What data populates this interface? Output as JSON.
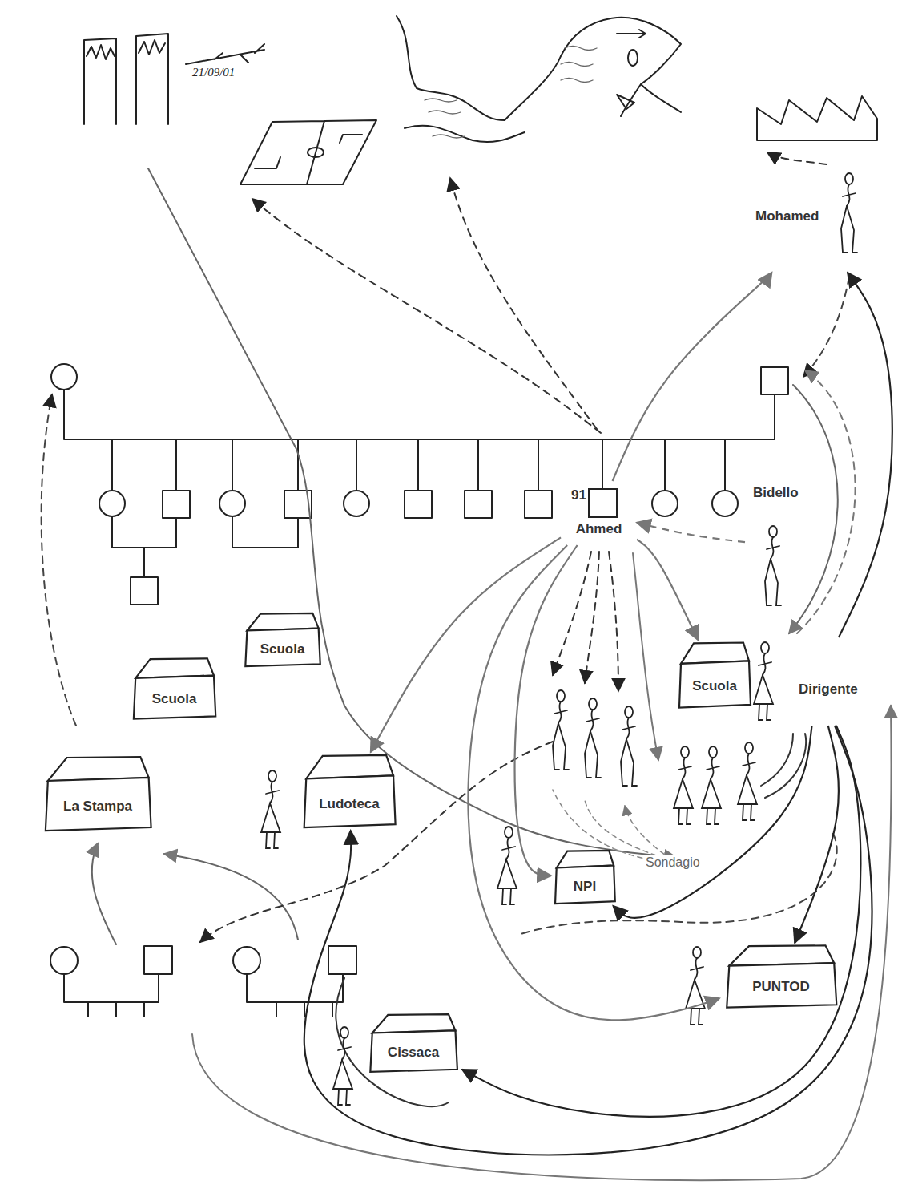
{
  "diagram": {
    "nodes": [
      {
        "text": [
          "Scuola"
        ]
      },
      {
        "text": [
          "Scuola"
        ]
      },
      {
        "text": [
          "Scuola"
        ]
      },
      {
        "text": [
          "La Stampa"
        ]
      },
      {
        "text": [
          "Ludoteca"
        ]
      },
      {
        "text": [
          "NPI"
        ]
      },
      {
        "text": [
          "PUNTOD"
        ]
      },
      {
        "text": [
          "Cissaca"
        ]
      },
      {
        "text": [
          "91",
          "Ahmed"
        ]
      },
      {
        "text": [
          "Mohamed"
        ]
      },
      {
        "text": [
          "Bidello"
        ]
      },
      {
        "text": [
          "Dirigente"
        ]
      }
    ],
    "edges": [
      {
        "from": 8,
        "to": 4,
        "arrow": "to"
      },
      {
        "from": 8,
        "to": 2,
        "arrow": "to"
      },
      {
        "from": 8,
        "to": 9,
        "arrow": "to"
      },
      {
        "from": 10,
        "to": 8,
        "arrow": "to"
      },
      {
        "from": 11,
        "to": 9,
        "arrow": "to"
      },
      {
        "from": 11,
        "to": 6,
        "arrow": "to"
      },
      {
        "from": 11,
        "to": 7,
        "arrow": "to"
      },
      {
        "from": 11,
        "to": 4,
        "arrow": "to"
      },
      {
        "from": 8,
        "to": 5,
        "arrow": "to"
      },
      {
        "from": 11,
        "to": 5,
        "arrow": "to"
      },
      {
        "from": 8,
        "to": 6,
        "arrow": "to"
      }
    ],
    "labels": [
      "21/09/01",
      "Sondagio"
    ]
  }
}
